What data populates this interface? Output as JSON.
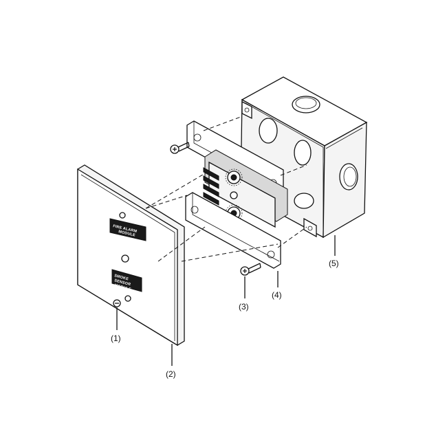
{
  "diagram": {
    "callouts": [
      {
        "id": "1",
        "text": "(1)"
      },
      {
        "id": "2",
        "text": "(2)"
      },
      {
        "id": "3",
        "text": "(3)"
      },
      {
        "id": "4",
        "text": "(4)"
      },
      {
        "id": "5",
        "text": "(5)"
      }
    ],
    "plate_labels": {
      "top_line1": "FIRE ALARM",
      "top_line2": "MODULE",
      "bottom_line1": "SMOKE",
      "bottom_line2": "SENSOR",
      "bottom_line3": "MODULE"
    }
  }
}
